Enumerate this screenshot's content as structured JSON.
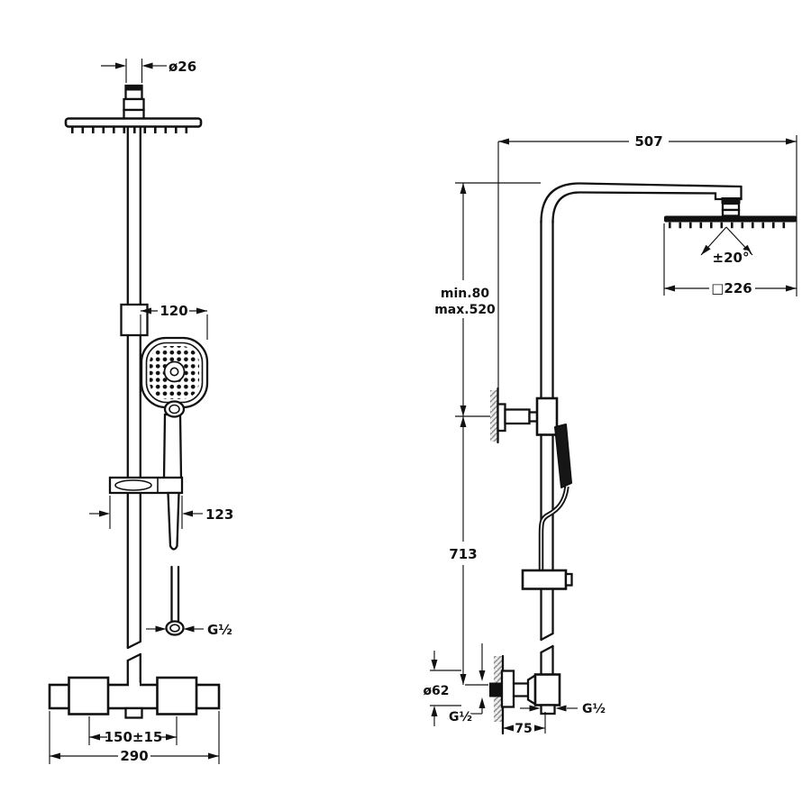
{
  "drawing": {
    "colors": {
      "ink": "#111111",
      "paper": "#ffffff",
      "wall_hatch_fill": "#ececec",
      "wall_hatch_line": "#8a8a8a"
    },
    "front": {
      "dim_head_connector": "ø26",
      "dim_handshower_width": "120",
      "dim_bracket_width": "123",
      "dim_hose_thread": "G½",
      "dim_inlet_centers": "150±15",
      "dim_valve_width": "290"
    },
    "side": {
      "dim_arm_reach": "507",
      "dim_height_min": "min.80",
      "dim_height_max": "max.520",
      "dim_spray_angle": "±20°",
      "dim_head_size": "□226",
      "dim_rail_height": "713",
      "dim_flange_diameter": "ø62",
      "dim_wall_thread": "G½",
      "dim_outlet_offset": "75",
      "dim_outlet_thread": "G½"
    }
  }
}
